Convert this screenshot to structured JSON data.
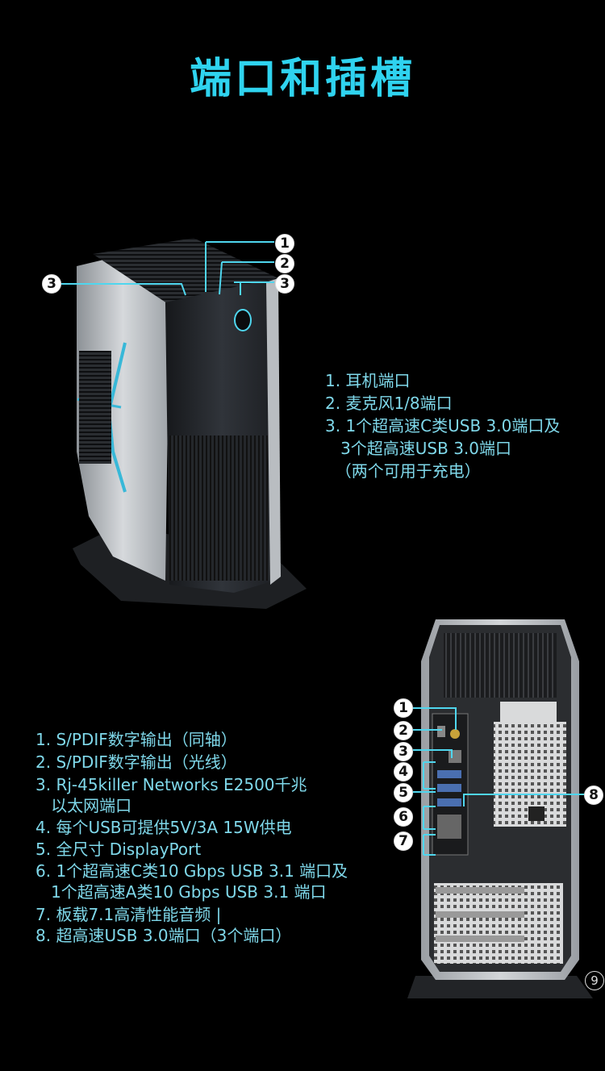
{
  "page": {
    "title": "端口和插槽",
    "page_number": "9"
  },
  "front": {
    "badges": [
      "1",
      "2",
      "3",
      "3"
    ],
    "list": [
      "1. 耳机端口",
      "2. 麦克风1/8端口",
      "3. 1个超高速C类USB 3.0端口及",
      "   3个超高速USB 3.0端口",
      "  （两个可用于充电）"
    ]
  },
  "rear": {
    "badges": [
      "1",
      "2",
      "3",
      "4",
      "5",
      "6",
      "7",
      "8"
    ],
    "list": [
      "1. S/PDIF数字输出（同轴）",
      "2. S/PDIF数字输出（光线）",
      "3. Rj-45killer Networks E2500千兆",
      "   以太网端口",
      "4. 每个USB可提供5V/3A 15W供电",
      "5. 全尺寸 DisplayPort",
      "6. 1个超高速C类10 Gbps USB 3.1 端口及",
      "   1个超高速A类10 Gbps USB 3.1 端口",
      "7. 板载7.1高清性能音频 |",
      "8. 超高速USB 3.0端口（3个端口）"
    ]
  },
  "colors": {
    "title": "#2fd3ef",
    "text": "#7fd8ea",
    "accent_line": "#4fd6ee"
  }
}
